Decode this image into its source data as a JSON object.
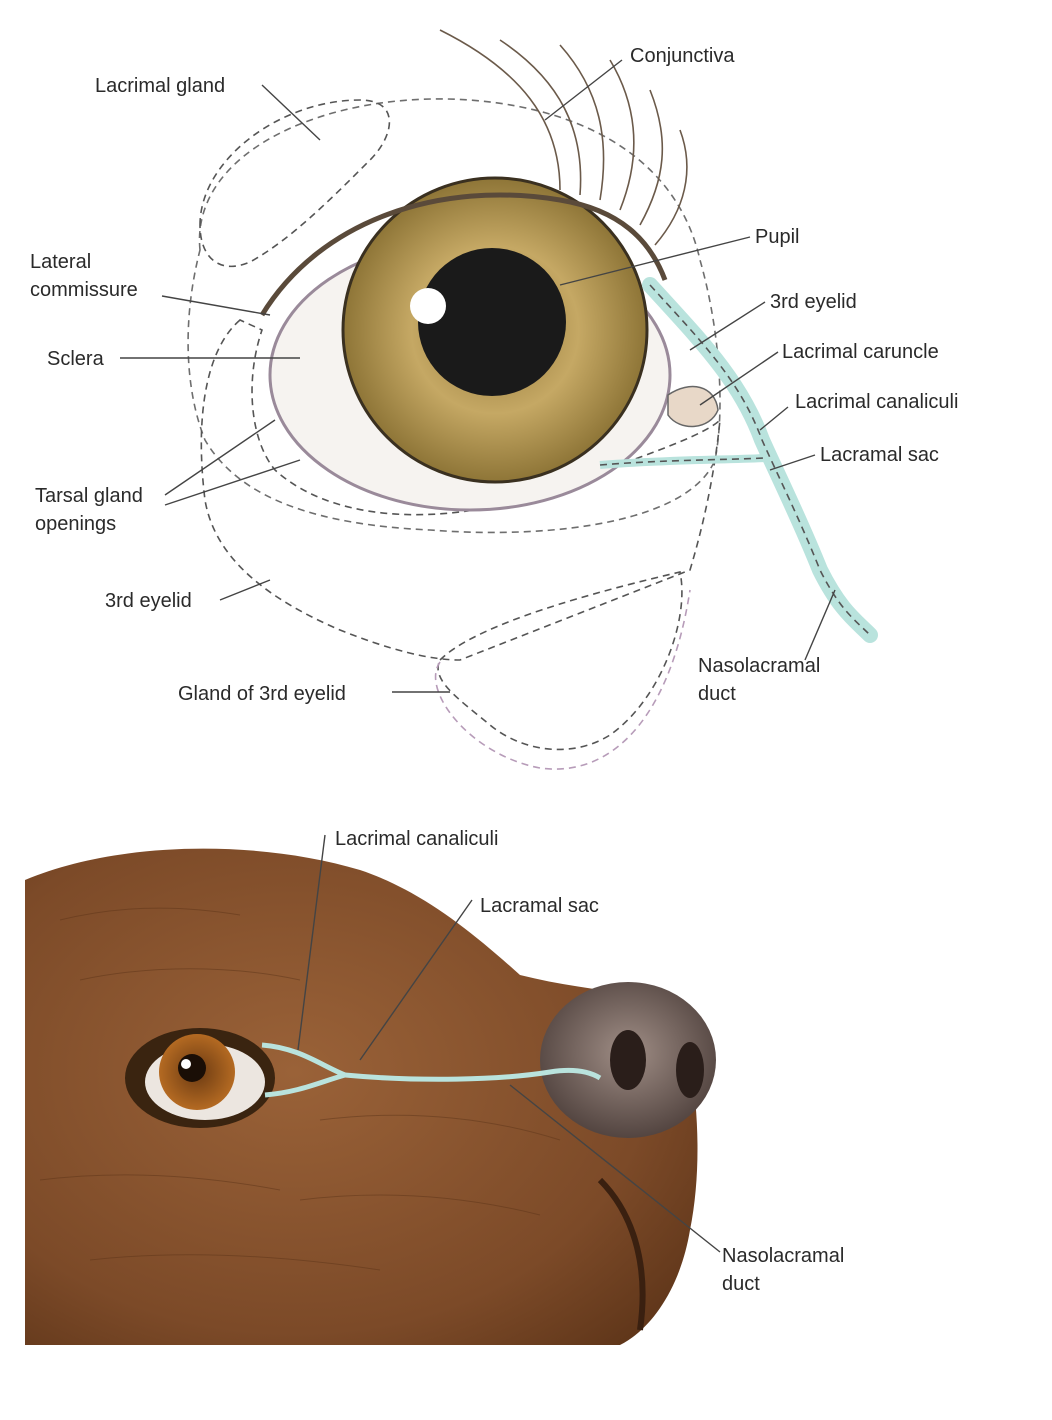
{
  "eye_diagram": {
    "labels": {
      "lacrimal_gland": "Lacrimal gland",
      "conjunctiva": "Conjunctiva",
      "pupil": "Pupil",
      "lateral_commissure_1": "Lateral",
      "lateral_commissure_2": "commissure",
      "third_eyelid_upper": "3rd eyelid",
      "sclera": "Sclera",
      "lacrimal_caruncle": "Lacrimal caruncle",
      "lacrimal_canaliculi": "Lacrimal canaliculi",
      "lacramal_sac": "Lacramal sac",
      "tarsal_gland_1": "Tarsal gland",
      "tarsal_gland_2": "openings",
      "third_eyelid_lower": "3rd eyelid",
      "nasolacramal_duct_1": "Nasolacramal",
      "nasolacramal_duct_2": "duct",
      "gland_of_third_eyelid": "Gland of 3rd eyelid"
    }
  },
  "head_diagram": {
    "labels": {
      "lacrimal_canaliculi": "Lacrimal canaliculi",
      "lacramal_sac": "Lacramal sac",
      "nasolacramal_duct_1": "Nasolacramal",
      "nasolacramal_duct_2": "duct"
    }
  },
  "colors": {
    "iris": "#b89a55",
    "pupil": "#1a1a1a",
    "sclera": "#f6f3f0",
    "lacrimal_gland": "#bfe0df",
    "conjunctiva": "#c9b3c6",
    "third_eyelid": "#e9e6a3",
    "gland_third_eyelid": "#efd8c0",
    "nasolacrimal_duct": "#b9e3dd",
    "fur": "#8a5530",
    "nose": "#6b5a55"
  }
}
